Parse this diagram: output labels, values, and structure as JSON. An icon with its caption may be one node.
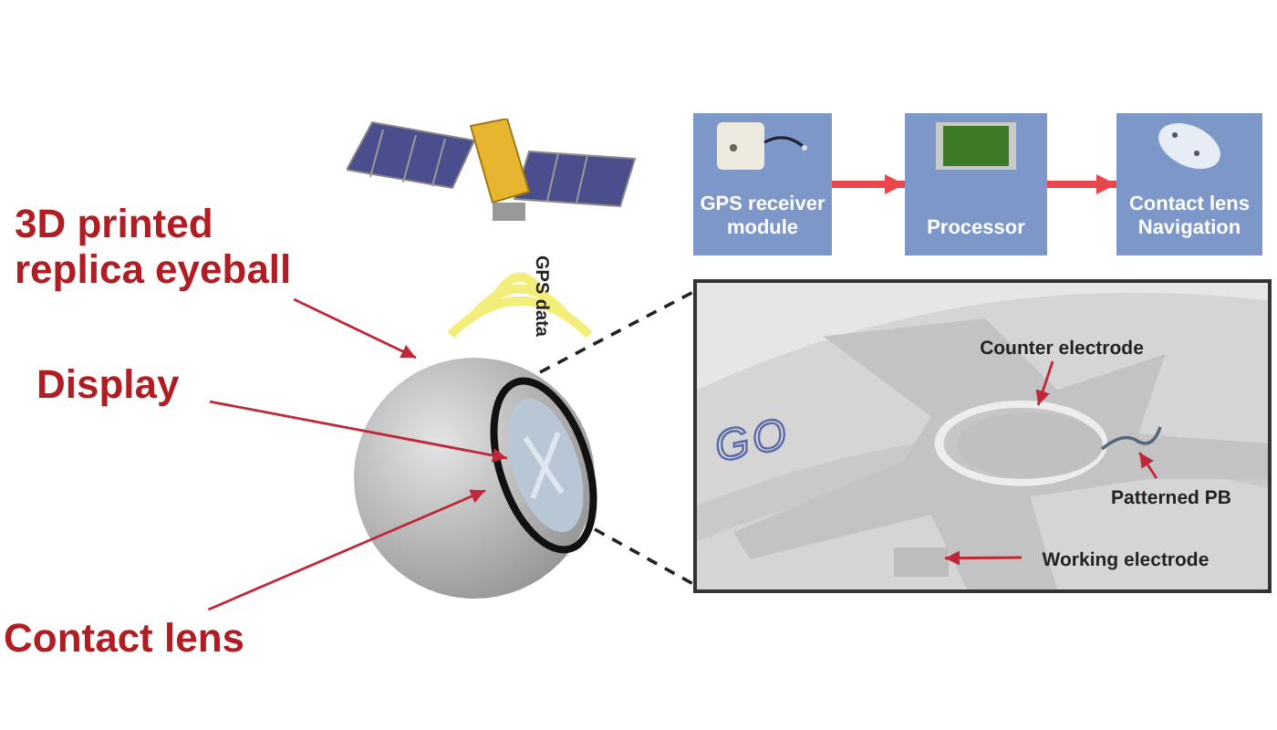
{
  "diagram": {
    "nodes": [
      {
        "text": [
          "3D printed replica eyeball"
        ]
      },
      {
        "text": [
          "Display"
        ]
      },
      {
        "text": [
          "Contact lens"
        ]
      },
      {
        "text": [],
        "shape": "picture"
      },
      {
        "text": [],
        "shape": "picture",
        "in": 3
      },
      {
        "text": [],
        "shape": "picture",
        "in": 4
      },
      {
        "text": [
          "GPS receiver module"
        ]
      },
      {
        "text": [
          "Processor"
        ]
      },
      {
        "text": [
          "Contact lens Navigation"
        ]
      },
      {
        "text": [],
        "shape": "picture"
      },
      {
        "text": [
          "Counter electrode"
        ],
        "in": 9
      },
      {
        "text": [
          "Patterned PB"
        ],
        "in": 9
      },
      {
        "text": [
          "Working electrode"
        ],
        "in": 9
      },
      {
        "text": [],
        "shape": "circle",
        "in": 9
      },
      {
        "text": [],
        "shape": "picture",
        "in": 9
      },
      {
        "text": [],
        "shape": "box",
        "in": 9
      }
    ],
    "edges": [
      {
        "from": 0,
        "to": 3,
        "arrow": "to"
      },
      {
        "from": 1,
        "to": 5,
        "arrow": "to"
      },
      {
        "from": 2,
        "to": 4,
        "arrow": "to"
      },
      {
        "from": 6,
        "to": 7,
        "arrow": "to",
        "style": "thick",
        "color": "#e8474c"
      },
      {
        "from": 7,
        "to": 8,
        "arrow": "to",
        "style": "thick",
        "color": "#e8474c"
      },
      {
        "from": 4,
        "to": 9,
        "arrow": "none",
        "style": "dashed",
        "color": "#222222"
      },
      {
        "from": 4,
        "to": 9,
        "arrow": "none",
        "style": "dashed",
        "color": "#222222"
      },
      {
        "from": 10,
        "to": 13,
        "arrow": "to"
      },
      {
        "from": 11,
        "to": 14,
        "arrow": "to"
      },
      {
        "from": 12,
        "to": 15,
        "arrow": "to"
      }
    ],
    "labels": [
      "GPS data",
      "GO"
    ]
  }
}
